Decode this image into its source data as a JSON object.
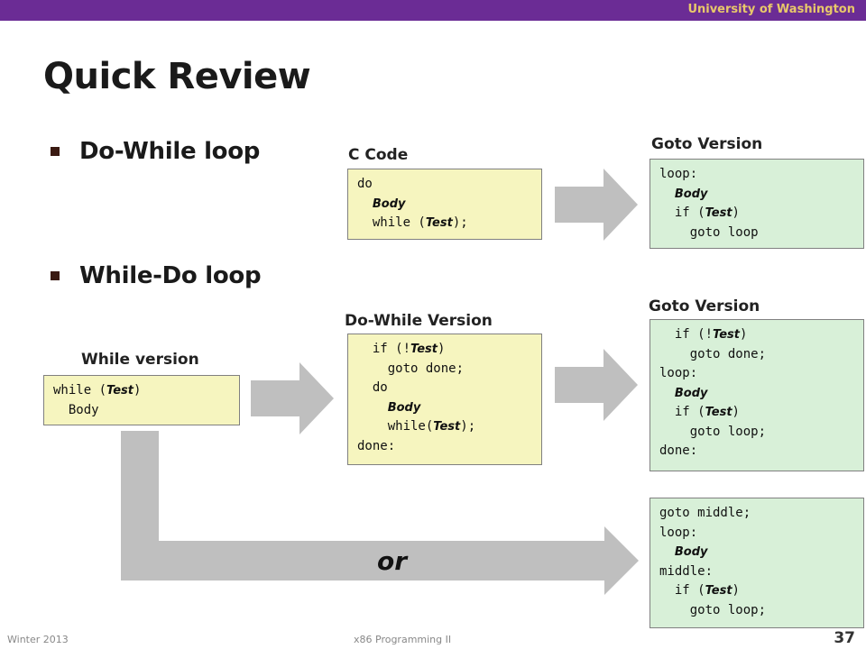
{
  "header": {
    "university": "University of Washington"
  },
  "slide": {
    "title": "Quick Review",
    "bullets": [
      "Do-While loop",
      "While-Do loop"
    ]
  },
  "do_while": {
    "c_code_label": "C Code",
    "goto_label": "Goto Version",
    "c_code": [
      [
        {
          "t": "do"
        }
      ],
      [
        {
          "t": "  "
        },
        {
          "t": "Body",
          "i": true
        }
      ],
      [
        {
          "t": "  while ("
        },
        {
          "t": "Test",
          "i": true
        },
        {
          "t": ");"
        }
      ]
    ],
    "goto_code": [
      [
        {
          "t": "loop:"
        }
      ],
      [
        {
          "t": "  "
        },
        {
          "t": "Body",
          "i": true
        }
      ],
      [
        {
          "t": "  if ("
        },
        {
          "t": "Test",
          "i": true
        },
        {
          "t": ")"
        }
      ],
      [
        {
          "t": "    goto loop"
        }
      ]
    ]
  },
  "while_do": {
    "while_label": "While version",
    "do_while_label": "Do-While Version",
    "goto_label": "Goto Version",
    "while_code": [
      [
        {
          "t": "while ("
        },
        {
          "t": "Test",
          "i": true
        },
        {
          "t": ")"
        }
      ],
      [
        {
          "t": "  Body"
        }
      ]
    ],
    "do_while_code": [
      [
        {
          "t": "  if (!"
        },
        {
          "t": "Test",
          "i": true
        },
        {
          "t": ")"
        }
      ],
      [
        {
          "t": "    goto done;"
        }
      ],
      [
        {
          "t": "  do"
        }
      ],
      [
        {
          "t": "    "
        },
        {
          "t": "Body",
          "i": true
        }
      ],
      [
        {
          "t": "    while("
        },
        {
          "t": "Test",
          "i": true
        },
        {
          "t": ");"
        }
      ],
      [
        {
          "t": "done:"
        }
      ]
    ],
    "goto_code": [
      [
        {
          "t": "  if (!"
        },
        {
          "t": "Test",
          "i": true
        },
        {
          "t": ")"
        }
      ],
      [
        {
          "t": "    goto done;"
        }
      ],
      [
        {
          "t": "loop:"
        }
      ],
      [
        {
          "t": "  "
        },
        {
          "t": "Body",
          "i": true
        }
      ],
      [
        {
          "t": "  if ("
        },
        {
          "t": "Test",
          "i": true
        },
        {
          "t": ")"
        }
      ],
      [
        {
          "t": "    goto loop;"
        }
      ],
      [
        {
          "t": "done:"
        }
      ]
    ],
    "alt_goto_code": [
      [
        {
          "t": "goto middle;"
        }
      ],
      [
        {
          "t": "loop:"
        }
      ],
      [
        {
          "t": "  "
        },
        {
          "t": "Body",
          "i": true
        }
      ],
      [
        {
          "t": "middle:"
        }
      ],
      [
        {
          "t": "  if ("
        },
        {
          "t": "Test",
          "i": true
        },
        {
          "t": ")"
        }
      ],
      [
        {
          "t": "    goto loop;"
        }
      ]
    ],
    "or_label": "or"
  },
  "footer": {
    "term": "Winter 2013",
    "course": "x86 Programming II",
    "page": "37"
  },
  "colors": {
    "header_bar": "#6b2c95",
    "header_text": "#e8c86a",
    "code_yellow": "#f6f5bf",
    "code_green": "#d8f0d8",
    "arrow_gray": "#bfbfbf"
  }
}
